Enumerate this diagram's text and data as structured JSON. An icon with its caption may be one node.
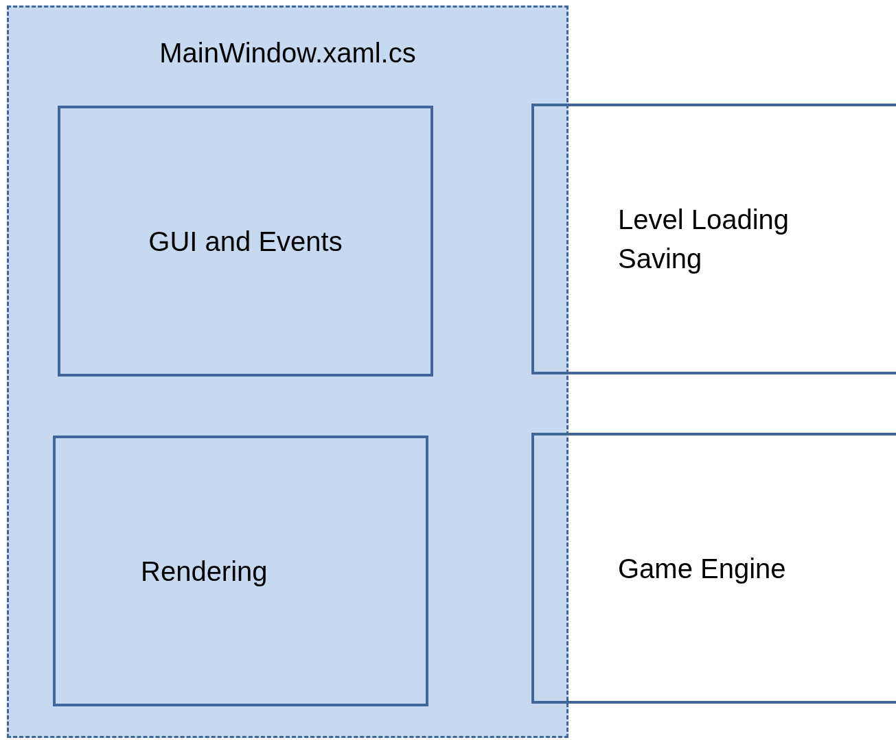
{
  "diagram": {
    "nodes": [
      {
        "text": [
          "MainWindow.xaml.cs"
        ]
      },
      {
        "text": [
          "GUI and Events"
        ],
        "in": 0
      },
      {
        "text": [
          "Level Loading Saving"
        ]
      },
      {
        "text": [
          "Rendering"
        ],
        "in": 0
      },
      {
        "text": [
          "Game Engine"
        ]
      }
    ]
  }
}
